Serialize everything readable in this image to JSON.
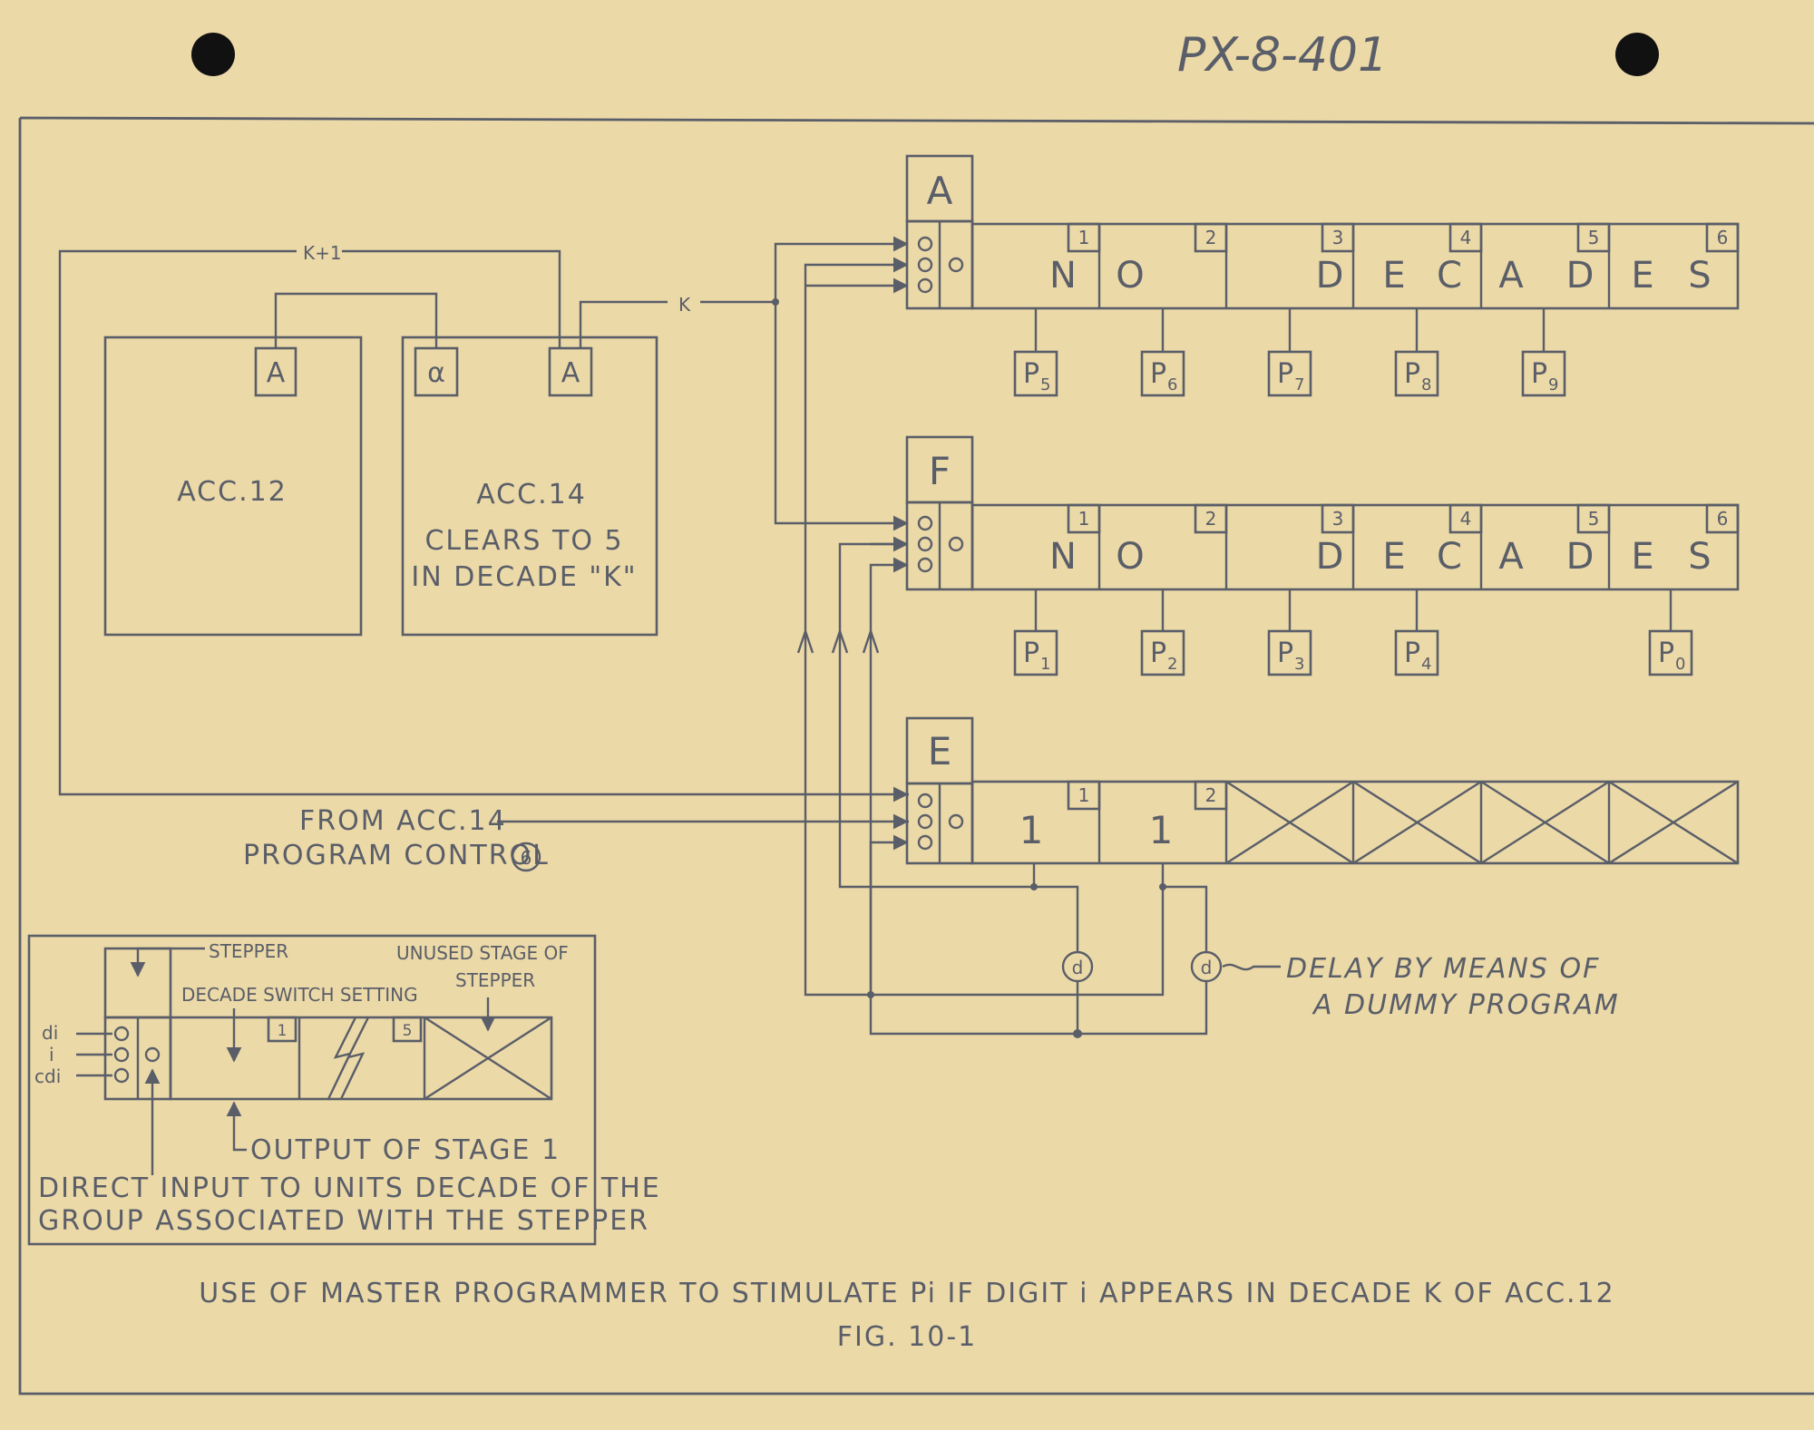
{
  "drawing_number": "PX-8-401",
  "caption": {
    "title": "USE OF MASTER PROGRAMMER TO STIMULATE Pi IF DIGIT i APPEARS IN DECADE K OF ACC.12",
    "figure": "FIG. 10-1"
  },
  "accumulators": {
    "acc12": {
      "label": "ACC.12",
      "terminal": "A"
    },
    "acc14": {
      "label": "ACC.14",
      "note_line1": "CLEARS TO 5",
      "note_line2": "IN DECADE \"K\"",
      "terminal_alpha": "α",
      "terminal_a": "A"
    }
  },
  "wires": {
    "k_plus_1": "K+1",
    "k": "K"
  },
  "from_acc": {
    "line1": "FROM ACC.14",
    "line2": "PROGRAM CONTROL",
    "circle": "6"
  },
  "steppers": [
    {
      "name": "A",
      "cells": [
        "N",
        "O",
        "D",
        "E",
        "C",
        "A",
        "D",
        "E",
        "S"
      ],
      "stage_numbers": [
        "1",
        "2",
        "3",
        "4",
        "5",
        "6"
      ],
      "programs": [
        {
          "p": "P",
          "sub": "5"
        },
        {
          "p": "P",
          "sub": "6"
        },
        {
          "p": "P",
          "sub": "7"
        },
        {
          "p": "P",
          "sub": "8"
        },
        {
          "p": "P",
          "sub": "9"
        }
      ]
    },
    {
      "name": "F",
      "cells": [
        "N",
        "O",
        "D",
        "E",
        "C",
        "A",
        "D",
        "E",
        "S"
      ],
      "stage_numbers": [
        "1",
        "2",
        "3",
        "4",
        "5",
        "6"
      ],
      "programs": [
        {
          "p": "P",
          "sub": "1"
        },
        {
          "p": "P",
          "sub": "2"
        },
        {
          "p": "P",
          "sub": "3"
        },
        {
          "p": "P",
          "sub": "4"
        },
        {
          "p": "P",
          "sub": "0"
        }
      ]
    },
    {
      "name": "E",
      "cells": [
        "1",
        "1"
      ],
      "stage_numbers": [
        "1",
        "2"
      ]
    }
  ],
  "delay": {
    "symbol": "d",
    "line1": "DELAY BY MEANS OF",
    "line2": "A DUMMY PROGRAM"
  },
  "legend": {
    "stepper": "STEPPER",
    "unused_line1": "UNUSED STAGE OF",
    "unused_line2": "STEPPER",
    "decade_switch": "DECADE SWITCH SETTING",
    "stage1": "1",
    "stage5": "5",
    "input_di": "di",
    "input_i": "i",
    "input_cdi": "cdi",
    "output": "OUTPUT OF STAGE 1",
    "direct_line1": "DIRECT INPUT TO UNITS DECADE OF THE",
    "direct_line2": "GROUP ASSOCIATED WITH THE STEPPER"
  }
}
